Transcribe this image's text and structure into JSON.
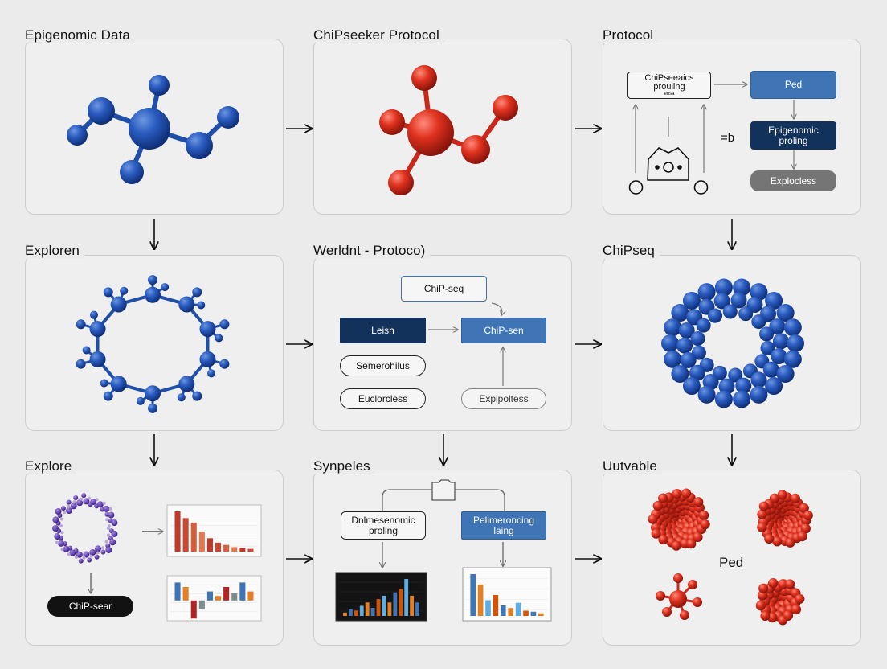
{
  "panels": {
    "p1": {
      "title": "Epigenomic Data"
    },
    "p2": {
      "title": "ChiPseeker Protocol"
    },
    "p3": {
      "title": "Protocol",
      "node_top": "ChiPseeaics\nprouling",
      "node_top_sub": "ensa",
      "node_ped": "Ped",
      "node_epi": "Epigenomic\nproling",
      "node_explo": "Explocless",
      "side_label": "=b"
    },
    "p4": {
      "title": "Exploren"
    },
    "p5": {
      "title": "Werldnt - Protoco)",
      "node_chip_top": "ChiP-seq",
      "node_leish": "Leish",
      "node_chip_sen": "ChiP-sen",
      "node_semer": "Semerohilus",
      "node_eucl": "Euclorcless",
      "node_explopol": "Explpoltess"
    },
    "p6": {
      "title": "ChiPseq"
    },
    "p7": {
      "title": "Explore",
      "pill": "ChiP-sear"
    },
    "p8": {
      "title": "Synpeles",
      "node_dnl": "Dnlmesenomic\nproling",
      "node_peli": "Pelimeroncing\nlaing"
    },
    "p9": {
      "title": "Uutvable",
      "center_label": "Ped"
    }
  },
  "colors": {
    "blue_molecule": "#1f4fa8",
    "red_molecule": "#d0281c",
    "navy": "#12325b",
    "accent_blue": "#3f74b5"
  },
  "chart_data": [
    {
      "type": "bar",
      "title": "",
      "values": [
        9,
        7.5,
        6.5,
        4.5,
        3,
        2,
        1.5,
        1,
        0.8,
        0.6
      ]
    },
    {
      "type": "bar",
      "title": "",
      "values": [
        2,
        1.5,
        -2,
        -1,
        1,
        0.5,
        1.5,
        0.8,
        2,
        1
      ]
    },
    {
      "type": "bar",
      "title": "",
      "values": [
        0.5,
        1,
        0.8,
        1.5,
        2,
        1.2,
        2.5,
        3,
        2,
        3.5,
        4,
        5.5,
        3,
        2
      ]
    },
    {
      "type": "bar",
      "title": "",
      "values": [
        8,
        6,
        3,
        4,
        2,
        1.5,
        2.5,
        1,
        0.8,
        0.5
      ]
    }
  ]
}
